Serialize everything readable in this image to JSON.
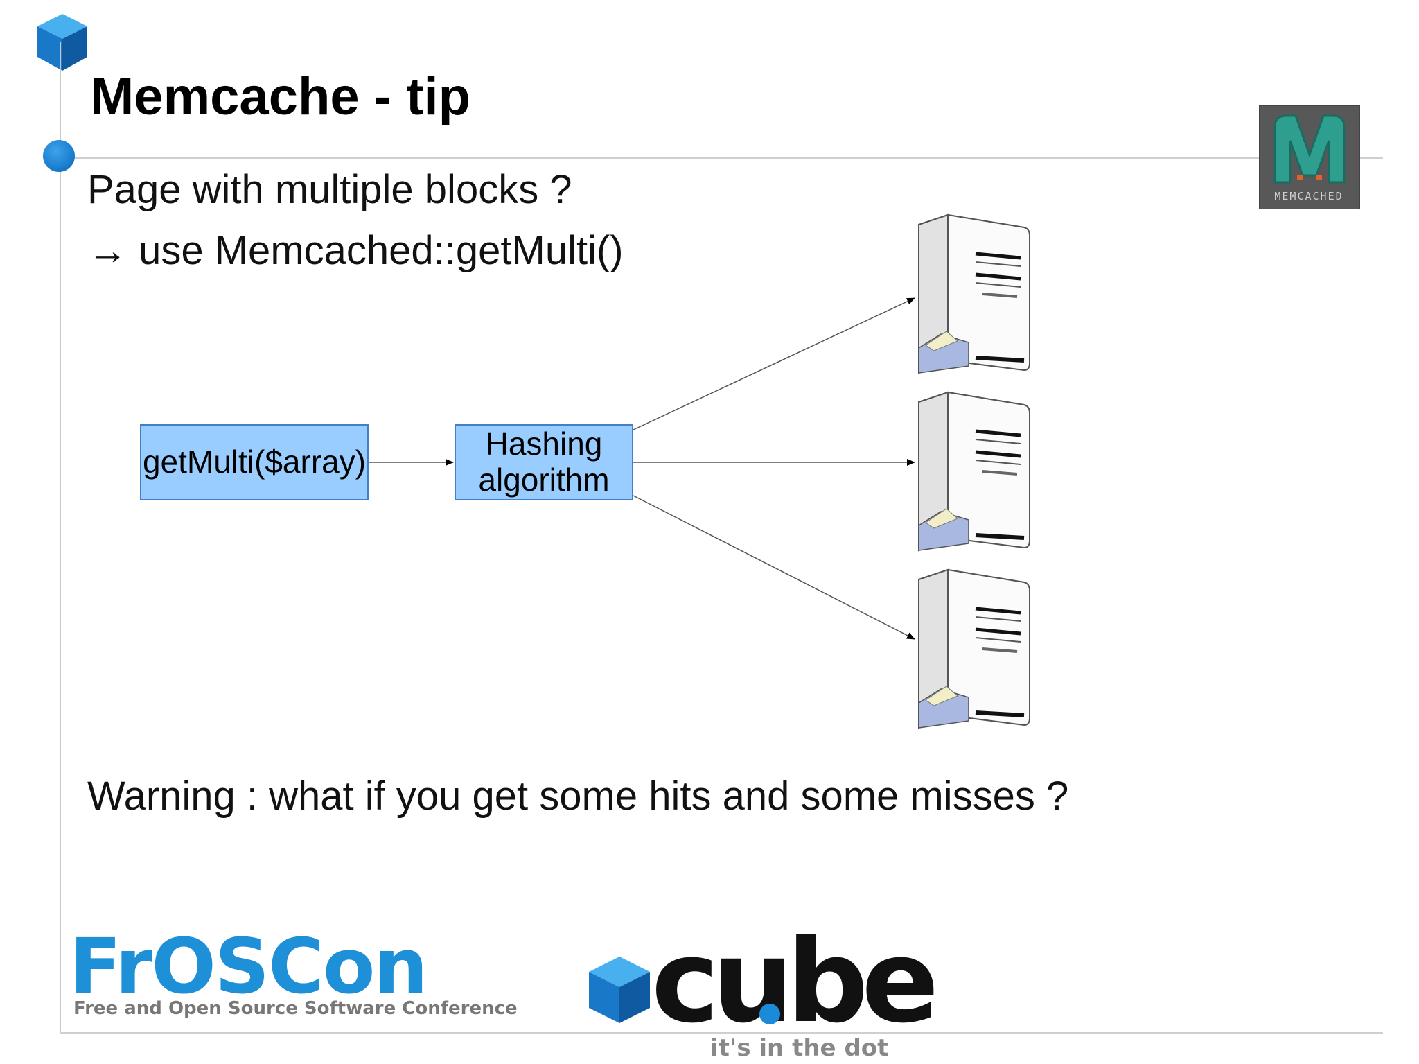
{
  "slide": {
    "title": "Memcache - tip",
    "line1": "Page with multiple blocks ?",
    "line2": "→ use Memcached::getMulti()",
    "warning": "Warning : what if you get some hits and some misses ?"
  },
  "diagram": {
    "nodes": [
      {
        "id": "call",
        "label": "getMulti($array)"
      },
      {
        "id": "hash",
        "label_line1": "Hashing",
        "label_line2": "algorithm"
      }
    ],
    "servers": [
      "server-1",
      "server-2",
      "server-3"
    ],
    "colors": {
      "box_fill": "#99ccff",
      "box_border": "#3f80c8"
    }
  },
  "logos": {
    "memcached": {
      "letter": "M",
      "wordmark": "MEMCACHED"
    },
    "froscon": {
      "name": "FrOSCon",
      "tagline": "Free and Open Source Software Conference"
    },
    "cube": {
      "name": "cube",
      "tagline": "it's in the dot"
    }
  },
  "colors": {
    "accent_blue": "#1b7fcf",
    "froscon_blue": "#1e90d8"
  }
}
